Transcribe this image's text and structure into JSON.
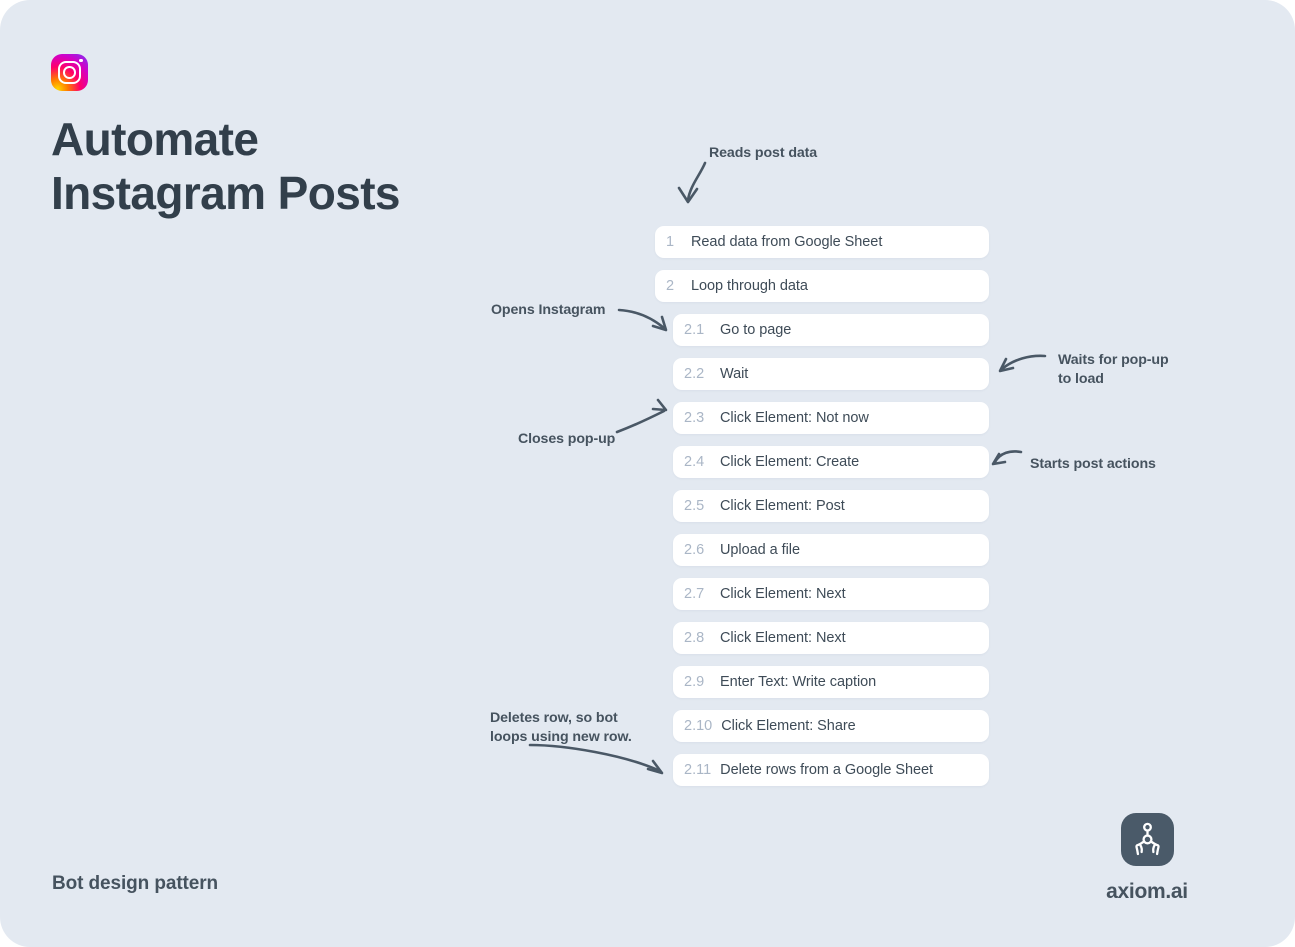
{
  "page": {
    "background_color": "#e3e9f1",
    "title": "Automate\nInstagram Posts",
    "footer_caption": "Bot design pattern"
  },
  "logo": {
    "name": "instagram-logo",
    "icon": "instagram-icon"
  },
  "brand": {
    "name": "axiom.ai",
    "icon": "axiom-robot-claw-icon",
    "mark_color": "#4a5a69"
  },
  "colors": {
    "text_dark": "#3e4b57",
    "heading": "#323f4b",
    "step_number": "#aab6c6",
    "card_bg": "#ffffff",
    "arrow": "#4a5866"
  },
  "steps": [
    {
      "num": "1",
      "label": "Read data from Google Sheet",
      "sub": false
    },
    {
      "num": "2",
      "label": "Loop through data",
      "sub": false
    },
    {
      "num": "2.1",
      "label": "Go to page",
      "sub": true
    },
    {
      "num": "2.2",
      "label": "Wait",
      "sub": true
    },
    {
      "num": "2.3",
      "label": "Click Element: Not now",
      "sub": true
    },
    {
      "num": "2.4",
      "label": "Click Element: Create",
      "sub": true
    },
    {
      "num": "2.5",
      "label": "Click Element: Post",
      "sub": true
    },
    {
      "num": "2.6",
      "label": "Upload a file",
      "sub": true
    },
    {
      "num": "2.7",
      "label": "Click Element: Next",
      "sub": true
    },
    {
      "num": "2.8",
      "label": "Click Element: Next",
      "sub": true
    },
    {
      "num": "2.9",
      "label": "Enter Text: Write caption",
      "sub": true
    },
    {
      "num": "2.10",
      "label": "Click Element: Share",
      "sub": true
    },
    {
      "num": "2.11",
      "label": "Delete rows from a Google Sheet",
      "sub": true
    }
  ],
  "annotations": {
    "reads_post_data": "Reads post data",
    "opens_instagram": "Opens Instagram",
    "waits_for_popup": "Waits for pop-up\nto load",
    "closes_popup": "Closes pop-up",
    "starts_post_actions": "Starts post actions",
    "deletes_row": "Deletes row, so bot\nloops using new row."
  }
}
